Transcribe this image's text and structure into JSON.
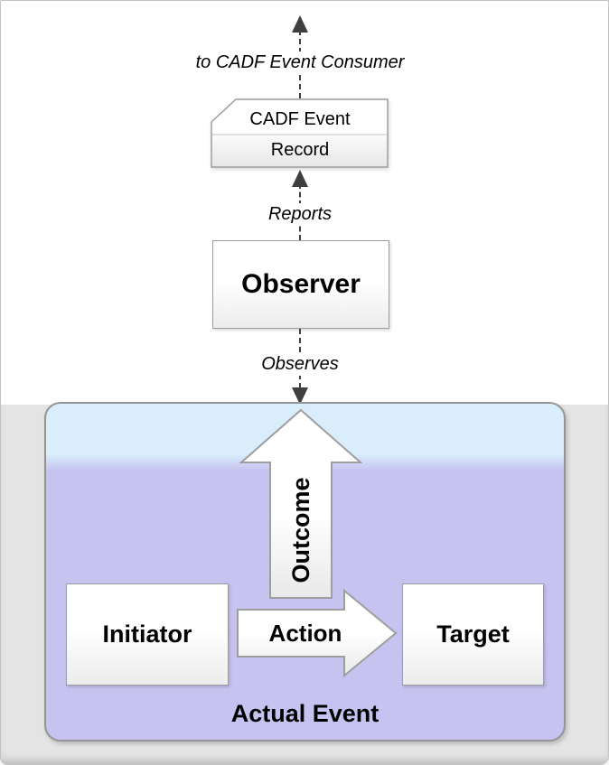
{
  "connectors": {
    "to_consumer": "to CADF Event Consumer",
    "reports": "Reports",
    "observes": "Observes"
  },
  "nodes": {
    "record_line1": "CADF Event",
    "record_line2": "Record",
    "observer": "Observer",
    "outcome": "Outcome",
    "initiator": "Initiator",
    "action": "Action",
    "target": "Target",
    "actual_event": "Actual Event"
  },
  "colors": {
    "event_band_blue": "#d9edfb",
    "event_body_purple": "#c6c3f0",
    "shape_border": "#9e9e9e",
    "connector": "#3f3f3f",
    "lower_background": "#e4e4e4"
  }
}
